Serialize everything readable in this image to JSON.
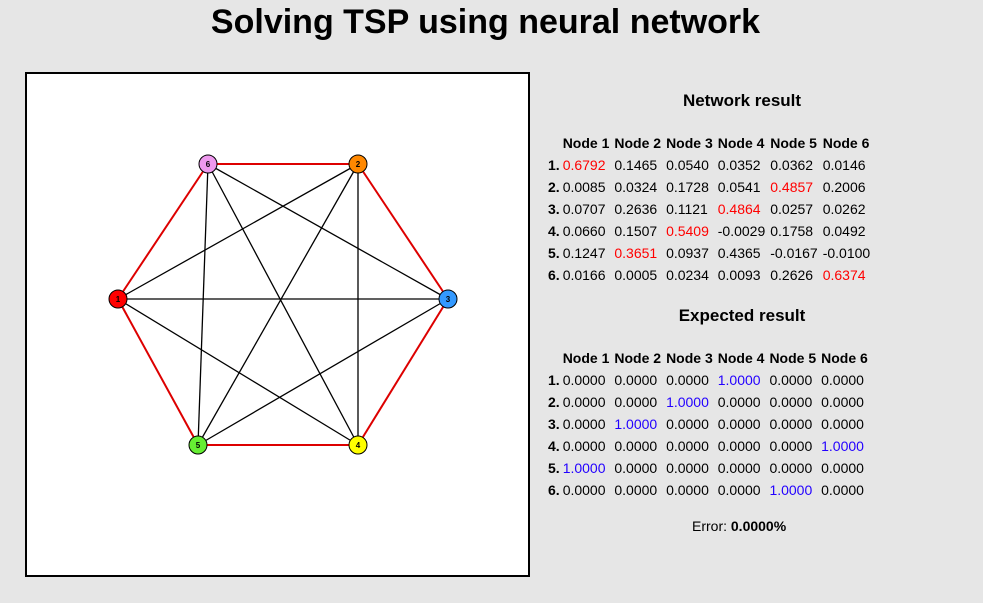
{
  "title": "Solving TSP using neural network",
  "graph": {
    "nodes": [
      {
        "id": "1",
        "color": "#ff0000"
      },
      {
        "id": "2",
        "color": "#ff8800"
      },
      {
        "id": "3",
        "color": "#3399ff"
      },
      {
        "id": "4",
        "color": "#ffff00"
      },
      {
        "id": "5",
        "color": "#66ee33"
      },
      {
        "id": "6",
        "color": "#ee99ee"
      }
    ],
    "tour_color": "#dd0000",
    "edge_color": "#000000"
  },
  "network": {
    "title": "Network result",
    "columns": [
      "Node 1",
      "Node 2",
      "Node 3",
      "Node 4",
      "Node 5",
      "Node 6"
    ],
    "rows": [
      {
        "label": "1.",
        "values": [
          "0.6792",
          "0.1465",
          "0.0540",
          "0.0352",
          "0.0362",
          "0.0146"
        ],
        "highlight": 0
      },
      {
        "label": "2.",
        "values": [
          "0.0085",
          "0.0324",
          "0.1728",
          "0.0541",
          "0.4857",
          "0.2006"
        ],
        "highlight": 4
      },
      {
        "label": "3.",
        "values": [
          "0.0707",
          "0.2636",
          "0.1121",
          "0.4864",
          "0.0257",
          "0.0262"
        ],
        "highlight": 3
      },
      {
        "label": "4.",
        "values": [
          "0.0660",
          "0.1507",
          "0.5409",
          "-0.0029",
          "0.1758",
          "0.0492"
        ],
        "highlight": 2
      },
      {
        "label": "5.",
        "values": [
          "0.1247",
          "0.3651",
          "0.0937",
          "0.4365",
          "-0.0167",
          "-0.0100"
        ],
        "highlight": 1
      },
      {
        "label": "6.",
        "values": [
          "0.0166",
          "0.0005",
          "0.0234",
          "0.0093",
          "0.2626",
          "0.6374"
        ],
        "highlight": 5
      }
    ],
    "highlight_color": "#ff0000"
  },
  "expected": {
    "title": "Expected result",
    "columns": [
      "Node 1",
      "Node 2",
      "Node 3",
      "Node 4",
      "Node 5",
      "Node 6"
    ],
    "rows": [
      {
        "label": "1.",
        "values": [
          "0.0000",
          "0.0000",
          "0.0000",
          "1.0000",
          "0.0000",
          "0.0000"
        ],
        "highlight": 3
      },
      {
        "label": "2.",
        "values": [
          "0.0000",
          "0.0000",
          "1.0000",
          "0.0000",
          "0.0000",
          "0.0000"
        ],
        "highlight": 2
      },
      {
        "label": "3.",
        "values": [
          "0.0000",
          "1.0000",
          "0.0000",
          "0.0000",
          "0.0000",
          "0.0000"
        ],
        "highlight": 1
      },
      {
        "label": "4.",
        "values": [
          "0.0000",
          "0.0000",
          "0.0000",
          "0.0000",
          "0.0000",
          "1.0000"
        ],
        "highlight": 5
      },
      {
        "label": "5.",
        "values": [
          "1.0000",
          "0.0000",
          "0.0000",
          "0.0000",
          "0.0000",
          "0.0000"
        ],
        "highlight": 0
      },
      {
        "label": "6.",
        "values": [
          "0.0000",
          "0.0000",
          "0.0000",
          "0.0000",
          "1.0000",
          "0.0000"
        ],
        "highlight": 4
      }
    ],
    "highlight_color": "#2200ff"
  },
  "error": {
    "label": "Error: ",
    "value": "0.0000%"
  }
}
